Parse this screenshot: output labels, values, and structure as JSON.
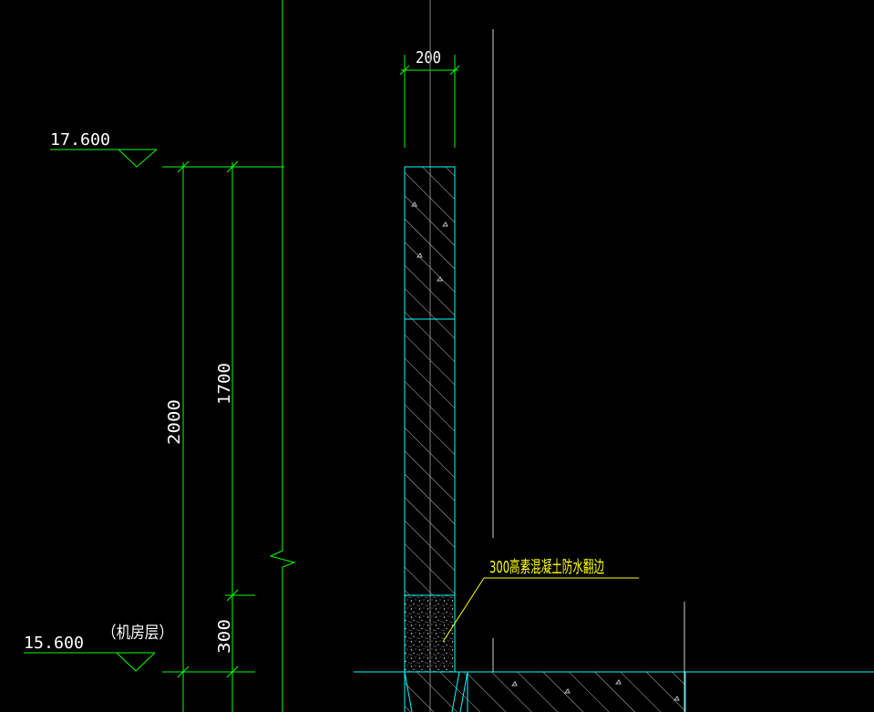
{
  "dimensions": {
    "wall_width": "200",
    "total_height": "2000",
    "upper_height": "1700",
    "curb_height": "300"
  },
  "elevations": {
    "top": "17.600",
    "bottom": "15.600",
    "bottom_note": "（机房层）"
  },
  "annotation": "300高素混凝土防水翻边",
  "colors": {
    "background": "#000000",
    "dimension": "#00ff00",
    "outline": "#00ffff",
    "hatch": "#c8c8c8",
    "annotation": "#ffff00",
    "text": "#ffffff"
  }
}
